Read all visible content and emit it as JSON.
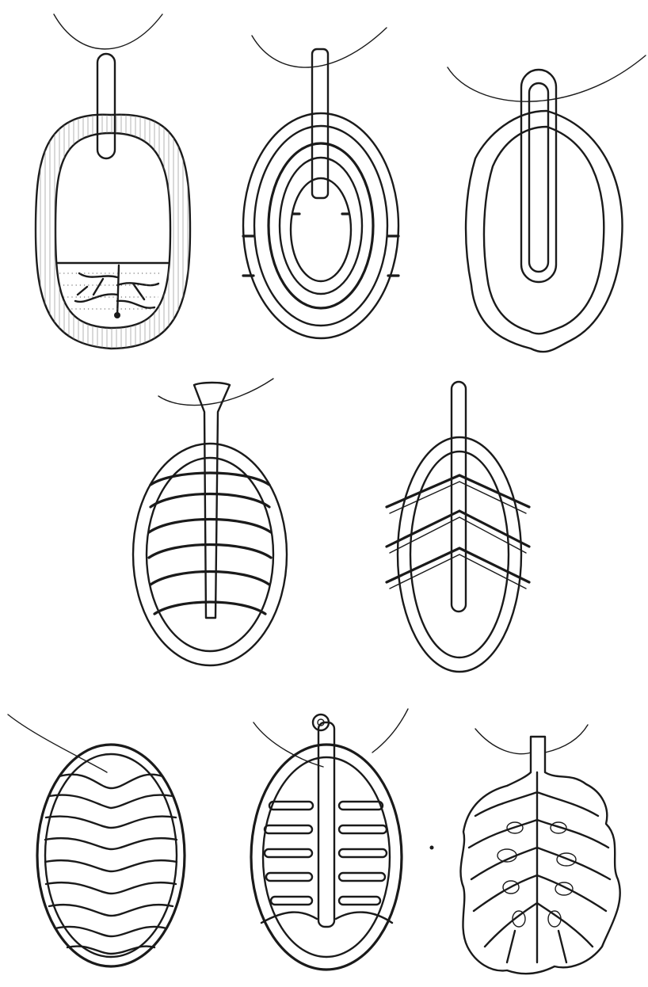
{
  "figure": {
    "panel_count": 8,
    "rows": [
      3,
      2,
      3
    ],
    "ink_color": "#1a1a1a",
    "paper_color": "#ffffff"
  }
}
